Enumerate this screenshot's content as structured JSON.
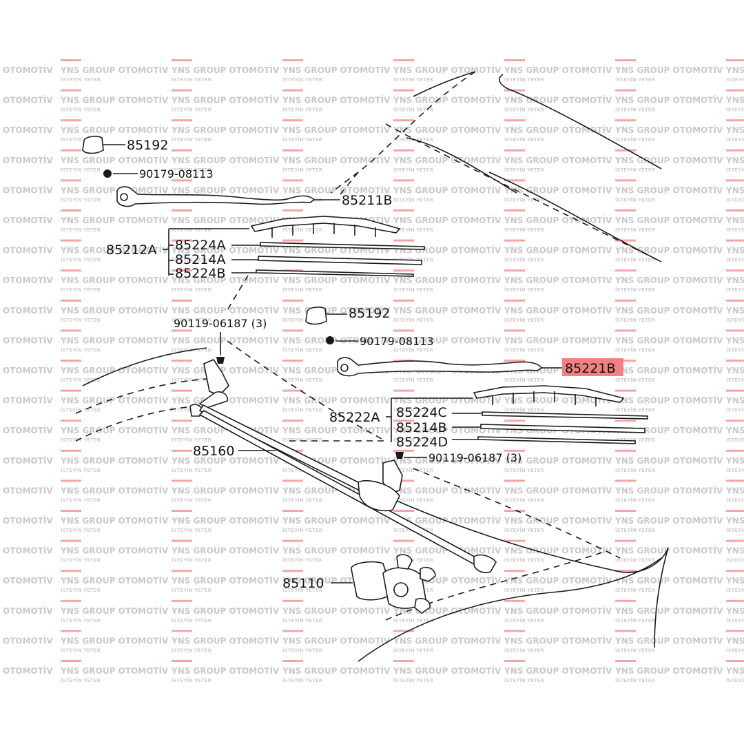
{
  "watermark": {
    "brand": "YNS GROUP OTOMOTİV",
    "brand_partial": "OTOMOTİV",
    "tagline": "İSTEYİN YETER",
    "bar_color": "#f4a6a6",
    "text_color": "#c9c9c9"
  },
  "labels": {
    "cap_left": "85192",
    "nut_left": "90179-08113",
    "arm_left": "85211B",
    "blade_assy_left": "85212A",
    "rubber_left_1": "85224A",
    "insert_left": "85214A",
    "rubber_left_2": "85224B",
    "bolt_left": "90119-06187 (3)",
    "cap_right": "85192",
    "nut_right": "90179-08113",
    "arm_right": "85221B",
    "blade_assy_right": "85222A",
    "rubber_right_1": "85224C",
    "insert_right": "85214B",
    "rubber_right_2": "85224D",
    "bolt_right": "90119-06187 (3)",
    "linkage": "85160",
    "motor": "85110"
  },
  "highlight": {
    "part": "85221B",
    "color": "#f28080"
  }
}
